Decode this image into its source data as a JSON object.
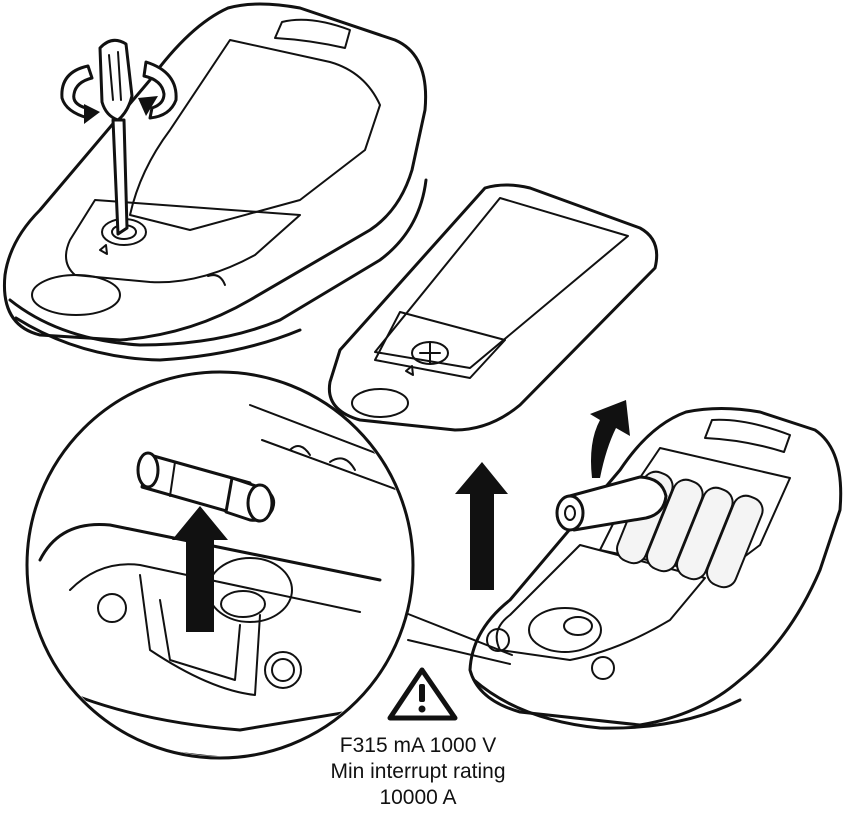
{
  "fuse_spec": {
    "rating": "F315 mA 1000 V",
    "interrupt_label": "Min interrupt rating",
    "interrupt_value": "10000 A"
  },
  "icons": {
    "warning": "warning-triangle-icon",
    "screwdriver": "screwdriver-icon",
    "rotate": "rotate-arrows-icon",
    "lift": "up-arrow-icon"
  },
  "colors": {
    "line": "#111111",
    "background": "#ffffff"
  }
}
